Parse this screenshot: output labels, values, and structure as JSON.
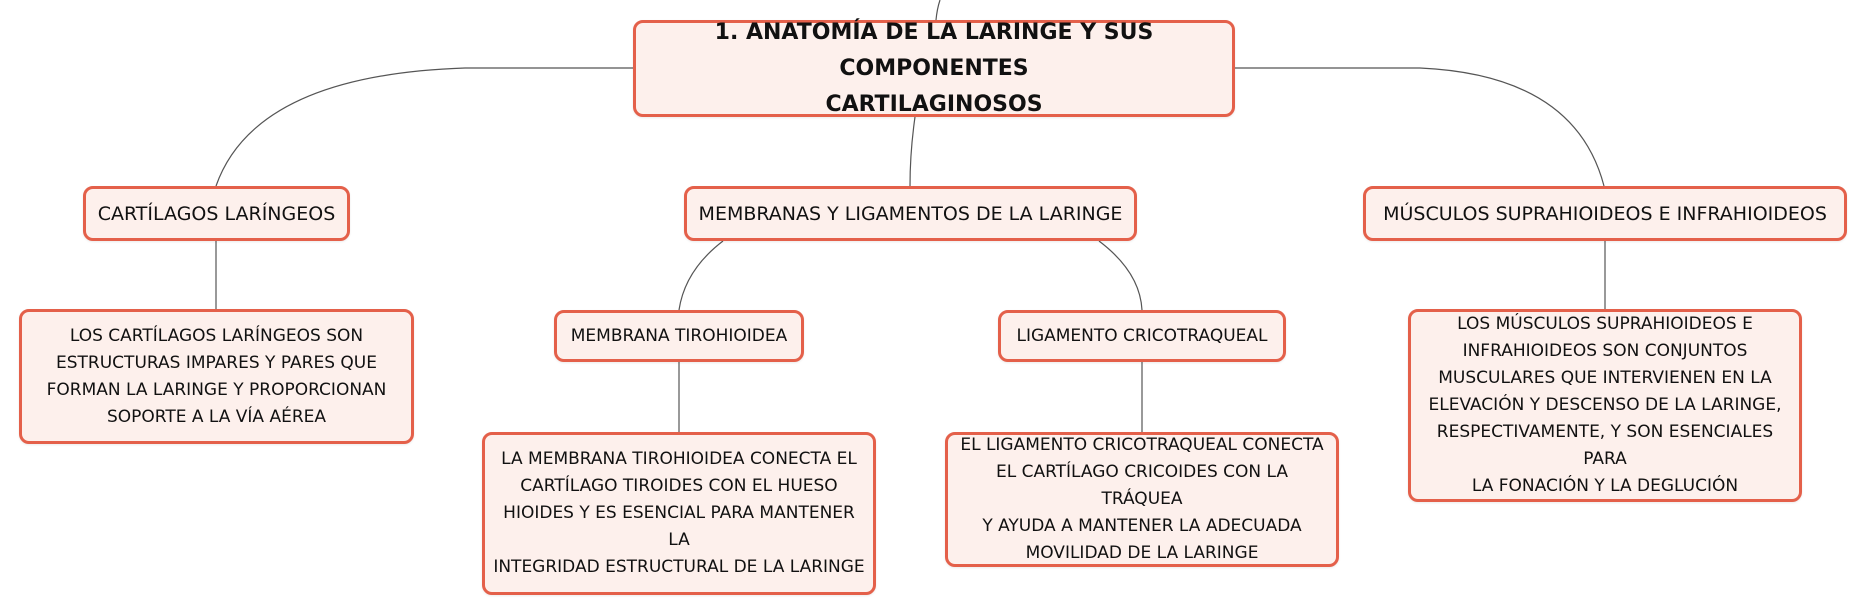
{
  "root": {
    "title_line1": "1. ANATOMÍA DE LA LARINGE Y SUS COMPONENTES",
    "title_line2": "CARTILAGINOSOS"
  },
  "topics": {
    "cartilagos": "CARTÍLAGOS LARÍNGEOS",
    "membranas": "MEMBRANAS Y LIGAMENTOS DE LA LARINGE",
    "musculos": "MÚSCULOS SUPRAHIOIDEOS E INFRAHIOIDEOS"
  },
  "subtopics": {
    "tirohioidea": "MEMBRANA TIROHIOIDEA",
    "cricotraqueal": "LIGAMENTO CRICOTRAQUEAL"
  },
  "descriptions": {
    "cartilagos": [
      "LOS CARTÍLAGOS LARÍNGEOS SON",
      "ESTRUCTURAS IMPARES Y PARES QUE",
      "FORMAN LA LARINGE Y PROPORCIONAN",
      "SOPORTE A LA VÍA AÉREA"
    ],
    "tirohioidea": [
      "LA MEMBRANA TIROHIOIDEA CONECTA EL",
      "CARTÍLAGO TIROIDES CON EL HUESO",
      "HIOIDES Y ES ESENCIAL PARA MANTENER LA",
      "INTEGRIDAD ESTRUCTURAL DE LA LARINGE"
    ],
    "cricotraqueal": [
      "EL LIGAMENTO CRICOTRAQUEAL CONECTA",
      "EL CARTÍLAGO CRICOIDES CON LA TRÁQUEA",
      "Y AYUDA A MANTENER LA ADECUADA",
      "MOVILIDAD DE LA LARINGE"
    ],
    "musculos": [
      "LOS MÚSCULOS SUPRAHIOIDEOS E",
      "INFRAHIOIDEOS SON CONJUNTOS",
      "MUSCULARES QUE INTERVIENEN EN LA",
      "ELEVACIÓN Y DESCENSO DE LA LARINGE,",
      "RESPECTIVAMENTE, Y SON ESENCIALES PARA",
      "LA FONACIÓN Y LA DEGLUCIÓN"
    ]
  },
  "colors": {
    "node_fill": "#fdf0ec",
    "node_border": "#e4604a",
    "connector": "#555555"
  }
}
